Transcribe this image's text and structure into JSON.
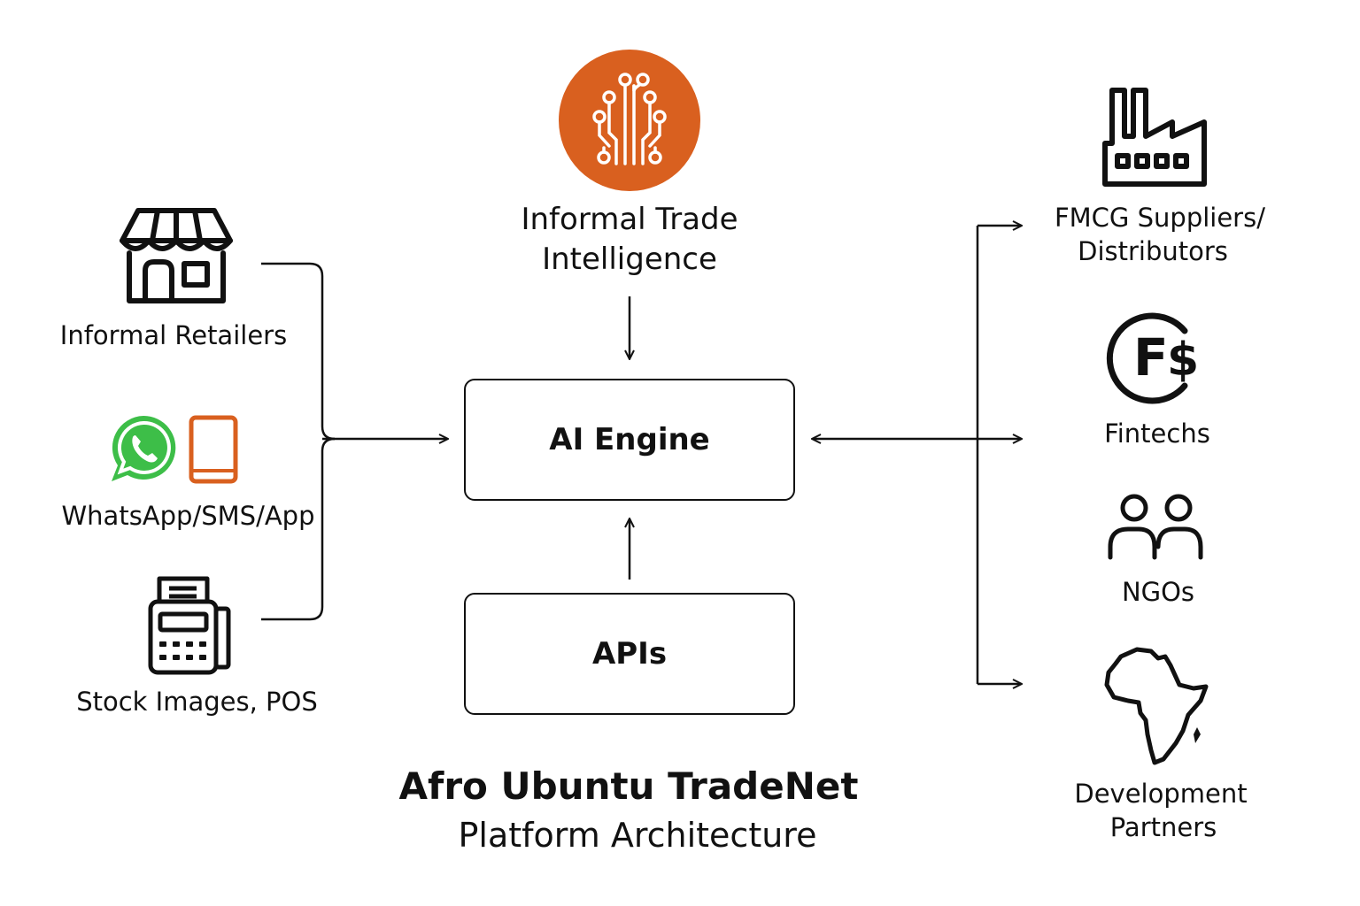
{
  "diagram": {
    "title": "Afro Ubuntu TradeNet",
    "subtitle": "Platform Architecture",
    "intelligence": {
      "label_line1": "Informal Trade",
      "label_line2": "Intelligence",
      "color": "#D9601F",
      "icon": "circuit-brain-icon"
    },
    "engine_label": "AI Engine",
    "apis_label": "APIs",
    "inputs": [
      {
        "label": "Informal Retailers",
        "icon": "storefront-icon"
      },
      {
        "label": "WhatsApp/SMS/App",
        "icon": "whatsapp-icon"
      },
      {
        "label": "Stock Images, POS",
        "icon": "pos-terminal-icon"
      }
    ],
    "outputs": [
      {
        "label_line1": "FMCG Suppliers/",
        "label_line2": "Distributors",
        "icon": "factory-icon"
      },
      {
        "label_line1": "Fintechs",
        "label_line2": "",
        "icon": "fintech-coin-icon"
      },
      {
        "label_line1": "NGOs",
        "label_line2": "",
        "icon": "people-icon"
      },
      {
        "label_line1": "Development",
        "label_line2": "Partners",
        "icon": "africa-map-icon"
      }
    ],
    "colors": {
      "whatsapp_green": "#3DBE48",
      "app_orange": "#D9601F",
      "stroke": "#111111"
    }
  }
}
